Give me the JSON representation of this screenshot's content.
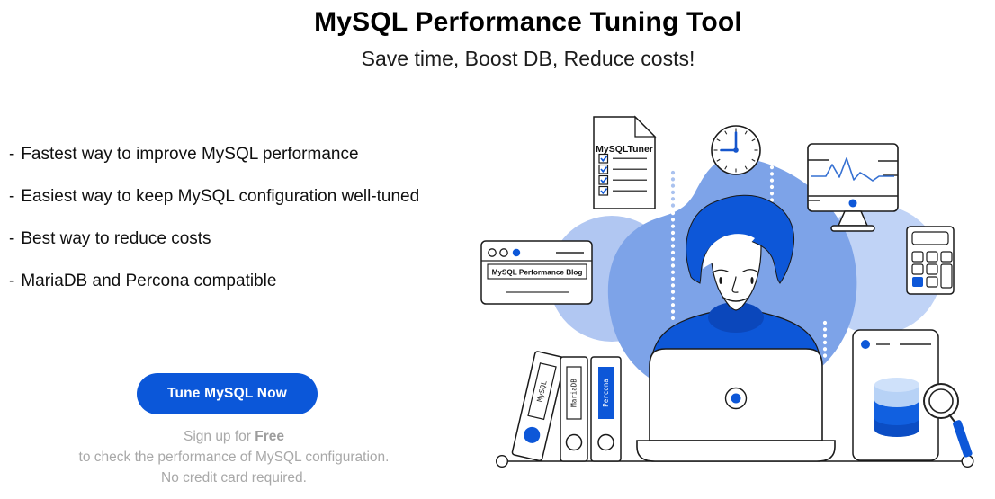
{
  "header": {
    "title": "MySQL Performance Tuning Tool",
    "subtitle": "Save time, Boost DB, Reduce costs!"
  },
  "features": {
    "bullet": "-",
    "items": [
      "Fastest way to improve MySQL performance",
      "Easiest way to keep MySQL configuration well-tuned",
      "Best way to reduce costs",
      "MariaDB and Percona compatible"
    ]
  },
  "cta": {
    "button_label": "Tune MySQL Now",
    "signup_prefix": "Sign up for ",
    "signup_bold": "Free",
    "signup_line2": "to check the performance of MySQL configuration.",
    "signup_line3": "No credit card required."
  },
  "illustration": {
    "document_title": "MySQLTuner",
    "browser_title": "MySQL Performance Blog",
    "books": [
      "MySQL",
      "MariaDB",
      "Percona"
    ]
  },
  "colors": {
    "primary_blue": "#0d57d8",
    "dark_blue": "#0b47bb",
    "medium_circle_blue": "#7da3e8",
    "light_circle_blue": "#b1c7f2",
    "lighter_circle_blue": "#c0d3f6",
    "muted_text_gray": "#a8a8a8"
  }
}
